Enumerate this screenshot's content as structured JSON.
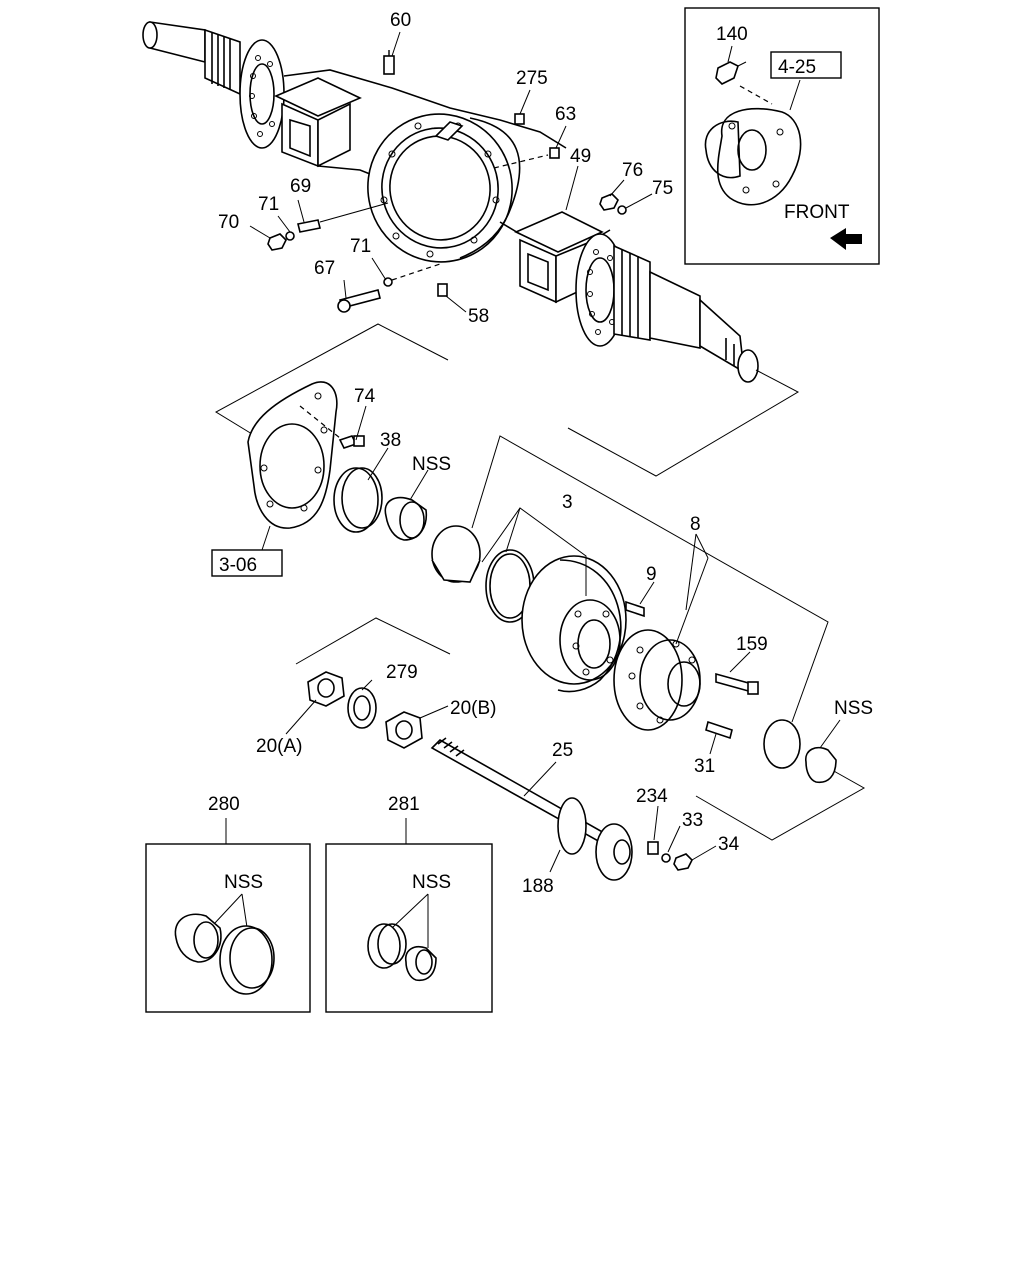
{
  "callouts": {
    "c60": "60",
    "c275": "275",
    "c63": "63",
    "c49": "49",
    "c76": "76",
    "c75": "75",
    "c69": "69",
    "c71a": "71",
    "c70": "70",
    "c71b": "71",
    "c67": "67",
    "c58": "58",
    "c140": "140",
    "c74": "74",
    "c38": "38",
    "c3": "3",
    "c8": "8",
    "c9": "9",
    "c159": "159",
    "c279": "279",
    "c20a": "20(A)",
    "c20b": "20(B)",
    "c25": "25",
    "c31": "31",
    "c234": "234",
    "c33": "33",
    "c34": "34",
    "c188": "188",
    "c280": "280",
    "c281": "281"
  },
  "nss": {
    "n1": "NSS",
    "n2": "NSS",
    "n3": "NSS",
    "n4": "NSS"
  },
  "refs": {
    "ref_4_25": "4-25",
    "ref_3_06": "3-06"
  },
  "inset": {
    "front_label": "FRONT"
  },
  "icons": {
    "front_arrow": "arrow-left-icon"
  }
}
